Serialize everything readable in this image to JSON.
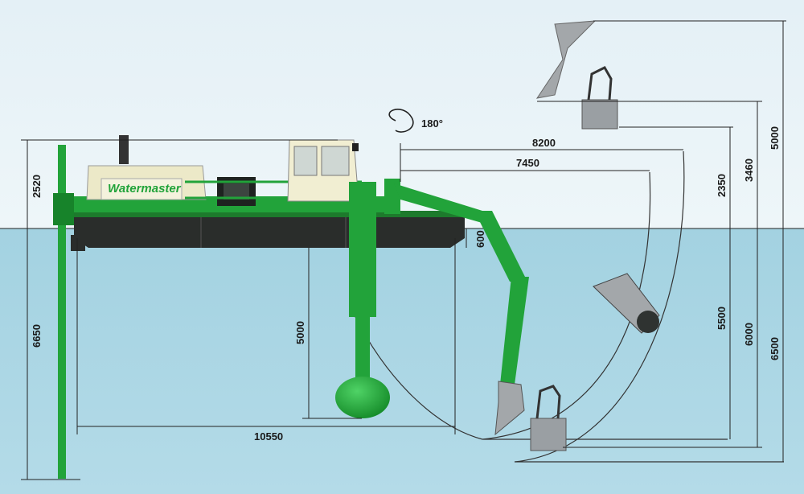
{
  "brand": {
    "name": "Watermaster"
  },
  "rotation_label": "180°",
  "dimensions": {
    "reach_outer": "8200",
    "reach_inner": "7450",
    "height_above_deck": "2520",
    "draft_depth": "600",
    "spud_depth": "6650",
    "mid_pole_depth": "5000",
    "horizontal_span": "10550",
    "bucket_height_1": "2350",
    "bucket_height_2": "3460",
    "bucket_height_3": "5000",
    "dig_depth_1": "5500",
    "dig_depth_2": "6000",
    "dig_depth_3": "6500"
  },
  "colors": {
    "sky": "#e7f2f7",
    "water": "#a8d4e2",
    "machine_green": "#22a33a",
    "hull": "#2a2d2b",
    "engine_housing": "#ece9c8"
  }
}
